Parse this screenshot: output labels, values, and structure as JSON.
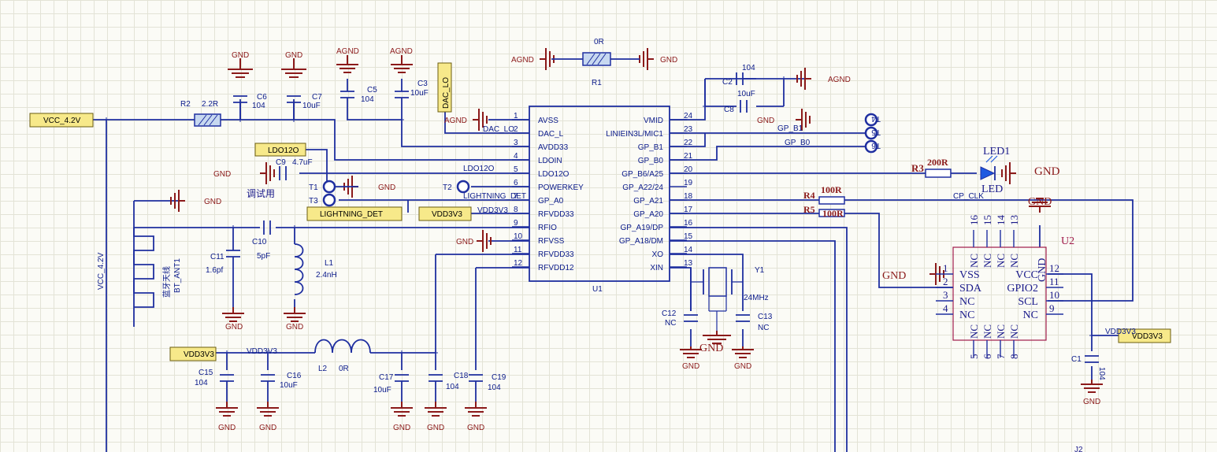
{
  "ports": {
    "vcc42": "VCC_4.2V",
    "ldo12o": "LDO12O",
    "dac_lo": "DAC_LO",
    "lightning_det": "LIGHTNING_DET",
    "vdd3v3_a": "VDD3V3",
    "vdd3v3_b": "VDD3V3",
    "vdd3v3_c": "VDD3V3"
  },
  "power": {
    "gnd": "GND",
    "agnd": "AGND",
    "vcc_rail": "VCC_4.2V",
    "vdd3v3": "VDD3V3"
  },
  "u1": {
    "ref": "U1",
    "left_pins": [
      {
        "num": "1",
        "name": "AVSS"
      },
      {
        "num": "2",
        "name": "DAC_L"
      },
      {
        "num": "3",
        "name": "AVDD33"
      },
      {
        "num": "4",
        "name": "LDOIN"
      },
      {
        "num": "5",
        "name": "LDO12O"
      },
      {
        "num": "6",
        "name": "POWERKEY"
      },
      {
        "num": "7",
        "name": "GP_A0"
      },
      {
        "num": "8",
        "name": "RFVDD33"
      },
      {
        "num": "9",
        "name": "RFIO"
      },
      {
        "num": "10",
        "name": "RFVSS"
      },
      {
        "num": "11",
        "name": "RFVDD33"
      },
      {
        "num": "12",
        "name": "RFVDD12"
      }
    ],
    "right_pins": [
      {
        "num": "24",
        "name": "VMID"
      },
      {
        "num": "23",
        "name": "LINIEIN3L/MIC1"
      },
      {
        "num": "22",
        "name": "GP_B1"
      },
      {
        "num": "21",
        "name": "GP_B0"
      },
      {
        "num": "20",
        "name": "GP_B6/A25"
      },
      {
        "num": "19",
        "name": "GP_A22/24"
      },
      {
        "num": "18",
        "name": "GP_A21"
      },
      {
        "num": "17",
        "name": "GP_A20"
      },
      {
        "num": "16",
        "name": "GP_A19/DP"
      },
      {
        "num": "15",
        "name": "GP_A18/DM"
      },
      {
        "num": "14",
        "name": "XO"
      },
      {
        "num": "13",
        "name": "XIN"
      }
    ]
  },
  "u2": {
    "ref": "U2",
    "left_pins": [
      {
        "num": "1",
        "name": "VSS"
      },
      {
        "num": "2",
        "name": "SDA"
      },
      {
        "num": "3",
        "name": "NC"
      },
      {
        "num": "4",
        "name": "NC"
      }
    ],
    "right_pins": [
      {
        "num": "12",
        "name": "VCC"
      },
      {
        "num": "11",
        "name": "GPIO2"
      },
      {
        "num": "10",
        "name": "SCL"
      },
      {
        "num": "9",
        "name": "NC"
      }
    ],
    "top_pins": [
      {
        "num": "16",
        "name": "NC"
      },
      {
        "num": "15",
        "name": "NC"
      },
      {
        "num": "14",
        "name": "NC"
      },
      {
        "num": "13",
        "name": "NC"
      }
    ],
    "bottom_pins": [
      {
        "num": "5",
        "name": "NC"
      },
      {
        "num": "6",
        "name": "NC"
      },
      {
        "num": "7",
        "name": "NC"
      },
      {
        "num": "8",
        "name": "NC"
      }
    ],
    "gnd_pin": "GND",
    "gnd_top": "GND",
    "gnd_left": "GND"
  },
  "components": {
    "r1": {
      "ref": "R1",
      "value": "0R"
    },
    "r2": {
      "ref": "R2",
      "value": "2.2R"
    },
    "r3": {
      "ref": "R3",
      "value": "200R"
    },
    "r4": {
      "ref": "R4",
      "value": "100R"
    },
    "r5": {
      "ref": "R5",
      "value": "100R"
    },
    "c1": {
      "ref": "C1",
      "value": "104"
    },
    "c2": {
      "ref": "C2",
      "value": "104"
    },
    "c3": {
      "ref": "C3",
      "value": "10uF"
    },
    "c5": {
      "ref": "C5",
      "value": "104"
    },
    "c6": {
      "ref": "C6",
      "value": "104"
    },
    "c7": {
      "ref": "C7",
      "value": "10uF"
    },
    "c8": {
      "ref": "C8",
      "value": "10uF"
    },
    "c9": {
      "ref": "C9",
      "value": "4.7uF"
    },
    "c10": {
      "ref": "C10",
      "value": "5pF"
    },
    "c11": {
      "ref": "C11",
      "value": "1.6pf"
    },
    "c12": {
      "ref": "C12",
      "value": "NC"
    },
    "c13": {
      "ref": "C13",
      "value": "NC"
    },
    "c15": {
      "ref": "C15",
      "value": "104"
    },
    "c16": {
      "ref": "C16",
      "value": "10uF"
    },
    "c17": {
      "ref": "C17",
      "value": "10uF"
    },
    "c18": {
      "ref": "C18",
      "value": "104"
    },
    "c19": {
      "ref": "C19",
      "value": "104"
    },
    "l1": {
      "ref": "L1",
      "value": "2.4nH"
    },
    "l2": {
      "ref": "L2",
      "value": "0R"
    },
    "y1": {
      "ref": "Y1",
      "value": "24MHz"
    },
    "led1": {
      "ref": "LED1",
      "value": "LED"
    },
    "t1": "T1",
    "t2": "T2",
    "t3": "T3",
    "t4": "T4",
    "t5": "T5",
    "t6": "T6",
    "antenna": {
      "label": "蓝牙天线",
      "ref": "BT_ANT1"
    },
    "debug_note": "调试用"
  },
  "nets": {
    "dac_lo": "DAC_LO",
    "ldo12o": "LDO12O",
    "lightning_det": "LIGHTNING_DET",
    "vdd3v3": "VDD3V3",
    "gp_b1": "GP_B1",
    "gp_b0": "GP_B0",
    "cp_clk": "CP_CLK",
    "vdd3v3_rail": "VDD3V3"
  },
  "partial_ref": "J2"
}
